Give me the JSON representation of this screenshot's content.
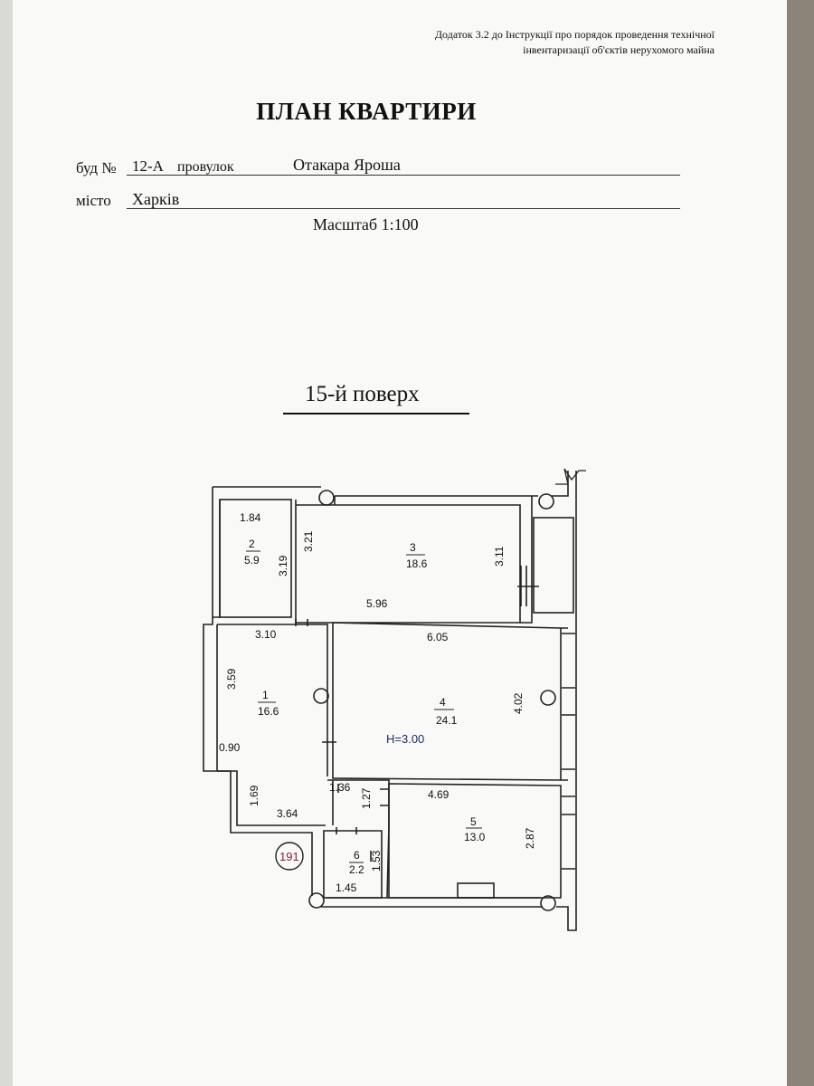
{
  "header": {
    "note_line1": "Додаток 3.2 до Інструкції про порядок проведення технічної",
    "note_line2": "інвентаризації об'єктів нерухомого майна"
  },
  "title": "ПЛАН КВАРТИРИ",
  "address": {
    "bud_label": "буд №",
    "bud_value": "12-А",
    "street_type": "провулок",
    "street_name": "Отакара Яроша",
    "city_label": "місто",
    "city_value": "Харків"
  },
  "scale": "Масштаб 1:100",
  "floor": "15-й поверх",
  "plan": {
    "height_label": "H=3.00",
    "stamp_number": "191",
    "rooms": [
      {
        "number": "1",
        "area": "16.6"
      },
      {
        "number": "2",
        "area": "5.9"
      },
      {
        "number": "3",
        "area": "18.6"
      },
      {
        "number": "4",
        "area": "24.1"
      },
      {
        "number": "5",
        "area": "13.0"
      },
      {
        "number": "6",
        "area": "2.2"
      }
    ],
    "dimensions": {
      "d184": "1.84",
      "d319": "3.19",
      "d321": "3.21",
      "d311": "3.11",
      "d596": "5.96",
      "d310": "3.10",
      "d605": "6.05",
      "d359": "3.59",
      "d402": "4.02",
      "d090": "0.90",
      "d136": "1.36",
      "d127": "1.27",
      "d169": "1.69",
      "d469": "4.69",
      "d364": "3.64",
      "d287": "2.87",
      "d153": "1.53",
      "d145": "1.45"
    }
  }
}
